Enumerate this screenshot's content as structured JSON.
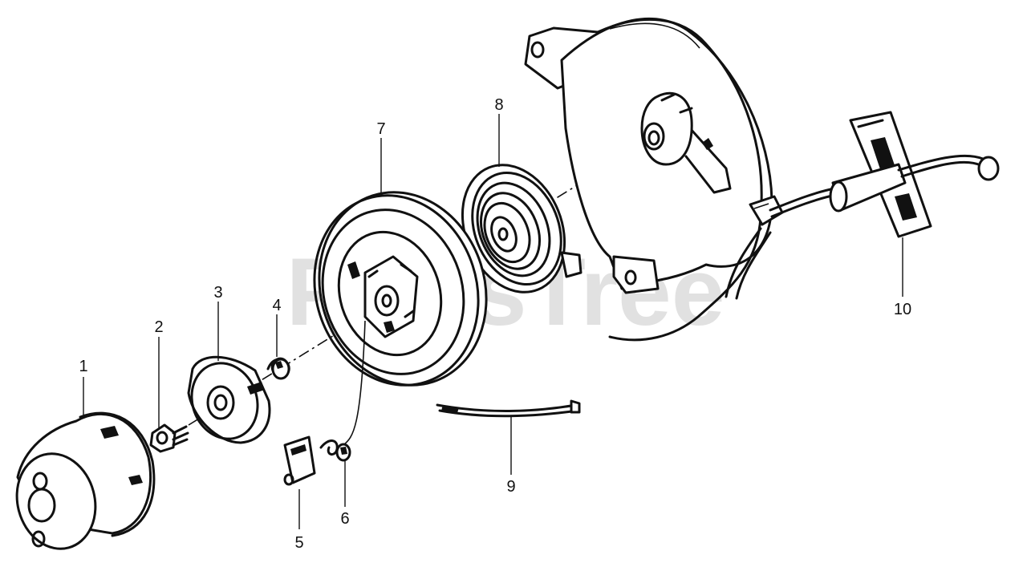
{
  "watermark": {
    "text": "PartsTree",
    "color": "#c9c9c9"
  },
  "parts": [
    {
      "id": "1",
      "label": "1",
      "name": "starter cup"
    },
    {
      "id": "2",
      "label": "2",
      "name": "screw"
    },
    {
      "id": "3",
      "label": "3",
      "name": "ratchet guide"
    },
    {
      "id": "4",
      "label": "4",
      "name": "spring"
    },
    {
      "id": "5",
      "label": "5",
      "name": "ratchet"
    },
    {
      "id": "6",
      "label": "6",
      "name": "ratchet spring"
    },
    {
      "id": "7",
      "label": "7",
      "name": "reel"
    },
    {
      "id": "8",
      "label": "8",
      "name": "recoil spring"
    },
    {
      "id": "9",
      "label": "9",
      "name": "starter rope"
    },
    {
      "id": "10",
      "label": "10",
      "name": "handle"
    }
  ]
}
